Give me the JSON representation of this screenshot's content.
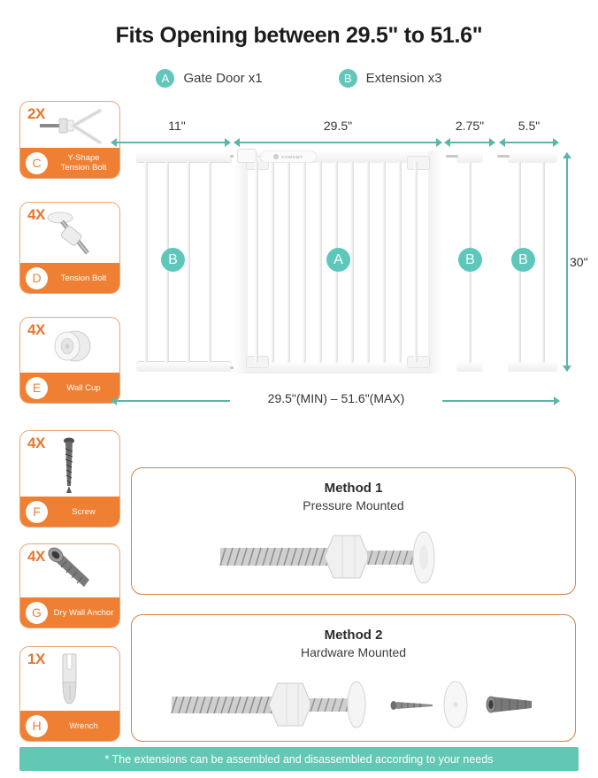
{
  "title": "Fits Opening between 29.5\" to 51.6\"",
  "legend": [
    {
      "letter": "A",
      "label": "Gate Door x1"
    },
    {
      "letter": "B",
      "label": "Extension x3"
    }
  ],
  "parts": [
    {
      "letter": "C",
      "qty": "2X",
      "name": "Y-Shape\nTension Bolt",
      "icon": "y-shape-tension-bolt-icon"
    },
    {
      "letter": "D",
      "qty": "4X",
      "name": "Tension Bolt",
      "icon": "tension-bolt-icon"
    },
    {
      "letter": "E",
      "qty": "4X",
      "name": "Wall Cup",
      "icon": "wall-cup-icon"
    },
    {
      "letter": "F",
      "qty": "4X",
      "name": "Screw",
      "icon": "screw-icon"
    },
    {
      "letter": "G",
      "qty": "4X",
      "name": "Dry Wall Anchor",
      "icon": "dry-wall-anchor-icon"
    },
    {
      "letter": "H",
      "qty": "1X",
      "name": "Wrench",
      "icon": "wrench-icon"
    }
  ],
  "diagram": {
    "width_labels": [
      "11\"",
      "29.5\"",
      "2.75\"",
      "5.5\""
    ],
    "height_label": "30\"",
    "total_label": "29.5\"(MIN) – 51.6\"(MAX)",
    "panels": [
      {
        "badge": "B",
        "name": "extension-panel-11in"
      },
      {
        "badge": "A",
        "name": "gate-door-panel",
        "brand": "COMOMY"
      },
      {
        "badge": "B",
        "name": "extension-panel-2-75in"
      },
      {
        "badge": "B",
        "name": "extension-panel-5-5in"
      }
    ]
  },
  "methods": [
    {
      "title": "Method 1",
      "subtitle": "Pressure Mounted"
    },
    {
      "title": "Method 2",
      "subtitle": "Hardware Mounted"
    }
  ],
  "footer_note": "* The extensions can be assembled and disassembled according to your needs",
  "colors": {
    "teal": "#5ec7bb",
    "orange": "#ef7f32",
    "footer_teal": "#62c8b4"
  }
}
